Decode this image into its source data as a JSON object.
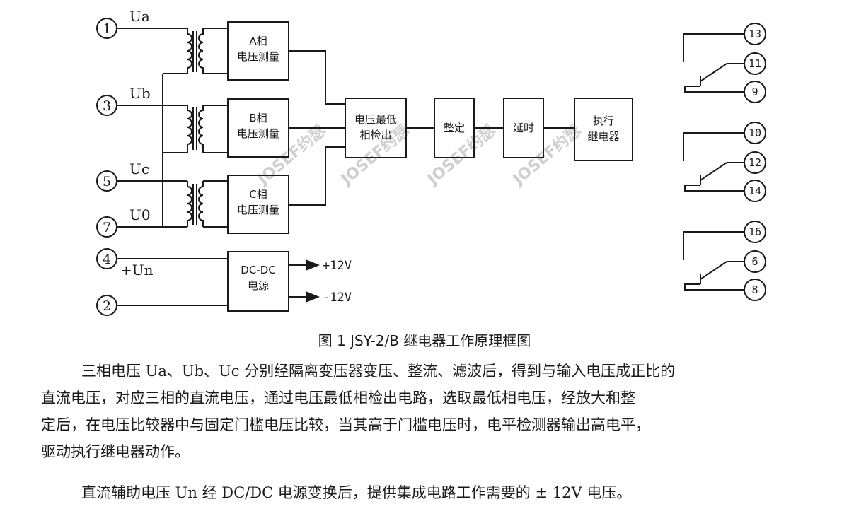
{
  "diagram": {
    "inputs": [
      {
        "terminal": "1",
        "label": "Ua"
      },
      {
        "terminal": "3",
        "label": "Ub"
      },
      {
        "terminal": "5",
        "label": "Uc"
      },
      {
        "terminal": "7",
        "label": "U0"
      },
      {
        "terminal": "4",
        "label": "+Un"
      },
      {
        "terminal": "2",
        "label": ""
      }
    ],
    "boxes": {
      "phase_a": [
        "A相",
        "电压测量"
      ],
      "phase_b": [
        "B相",
        "电压测量"
      ],
      "phase_c": [
        "C相",
        "电压测量"
      ],
      "detect": [
        "电压最低",
        "相检出"
      ],
      "setting": [
        "整定"
      ],
      "delay": [
        "延时"
      ],
      "relay": [
        "执行",
        "继电器"
      ],
      "dcdc": [
        "DC-DC",
        "电源"
      ]
    },
    "outputs": [
      "+12V",
      "-12V"
    ],
    "contacts": [
      [
        "13",
        "11",
        "9"
      ],
      [
        "10",
        "12",
        "14"
      ],
      [
        "16",
        "6",
        "8"
      ]
    ],
    "watermark": "JOSEF约瑟"
  },
  "caption": "图 1  JSY-2/B 继电器工作原理框图",
  "text": {
    "p1": "三相电压 Ua、Ub、Uc 分别经隔离变压器变压、整流、滤波后，得到与输入电压成正比的",
    "p2": "直流电压，对应三相的直流电压，通过电压最低相检出电路，选取最低相电压，经放大和整",
    "p3": "定后，在电压比较器中与固定门槛电压比较，当其高于门槛电压时，电平检测器输出高电平，",
    "p4": "驱动执行继电器动作。",
    "p5": "直流辅助电压 Un 经 DC/DC 电源变换后，提供集成电路工作需要的 ± 12V 电压。"
  }
}
